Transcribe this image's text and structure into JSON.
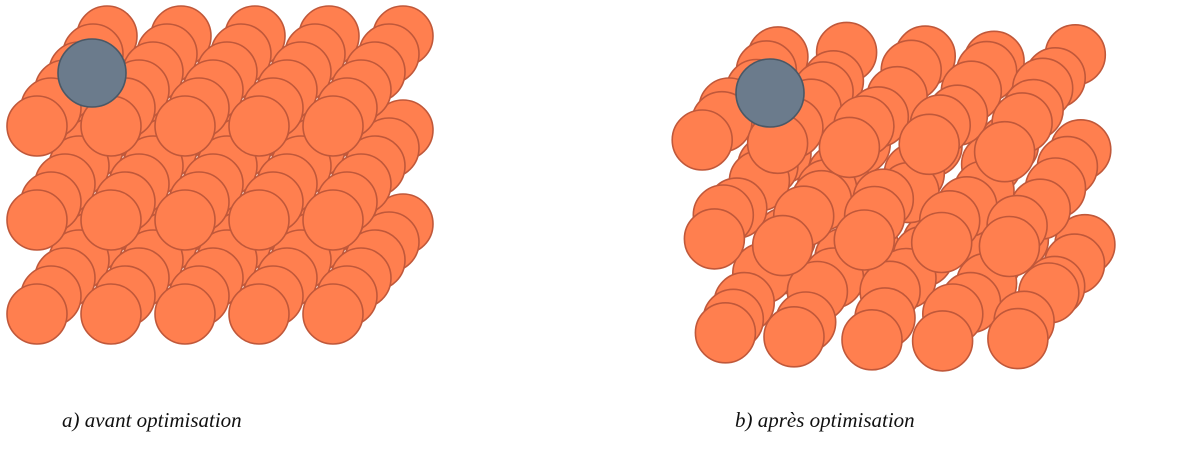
{
  "colors": {
    "atom_fill": "#ff7f4f",
    "atom_stroke": "#c0583a",
    "adatom_fill": "#6b7b8c",
    "adatom_stroke": "#4a5866"
  },
  "panels": [
    {
      "key": "a",
      "caption": "a) avant optimisation",
      "arrangement": "ordered-lattice",
      "adatom": "grey-sphere"
    },
    {
      "key": "b",
      "caption": "b) après optimisation",
      "arrangement": "relaxed-lattice",
      "adatom": "grey-sphere"
    }
  ]
}
